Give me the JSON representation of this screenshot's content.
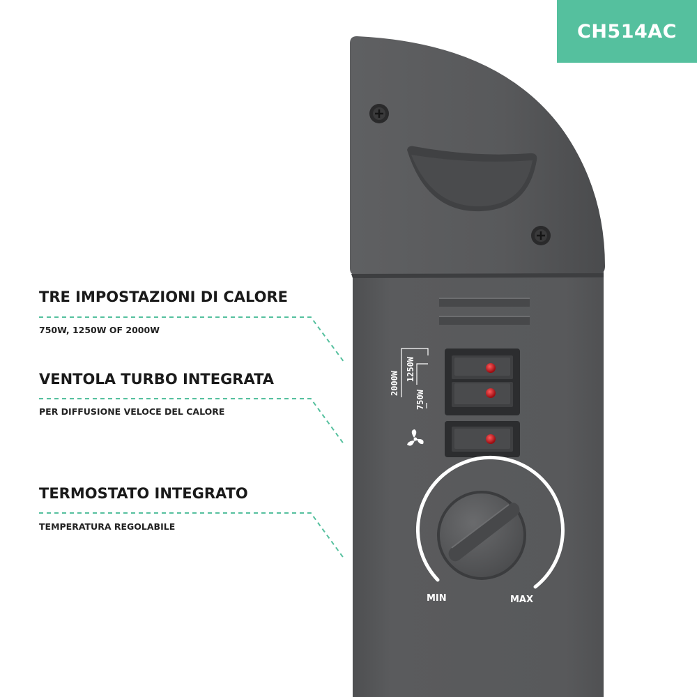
{
  "badge": {
    "model": "CH514AC"
  },
  "features": [
    {
      "title": "TRE IMPOSTAZIONI DI CALORE",
      "subtitle": "750W, 1250W OF 2000W"
    },
    {
      "title": "VENTOLA TURBO INTEGRATA",
      "subtitle": "PER DIFFUSIONE VELOCE DEL CALORE"
    },
    {
      "title": "TERMOSTATO INTEGRATO",
      "subtitle": "TEMPERATURA REGOLABILE"
    }
  ],
  "device": {
    "power_labels": {
      "high": "2000W",
      "mid": "1250W",
      "low": "750W"
    },
    "dial": {
      "min_label": "MIN",
      "max_label": "MAX"
    },
    "fan_icon": "fan-icon",
    "switches": [
      "power-switch-upper",
      "power-switch-lower",
      "fan-switch"
    ]
  },
  "colors": {
    "accent": "#55c09e",
    "body": "#58595b",
    "indicator": "#c0121a"
  }
}
